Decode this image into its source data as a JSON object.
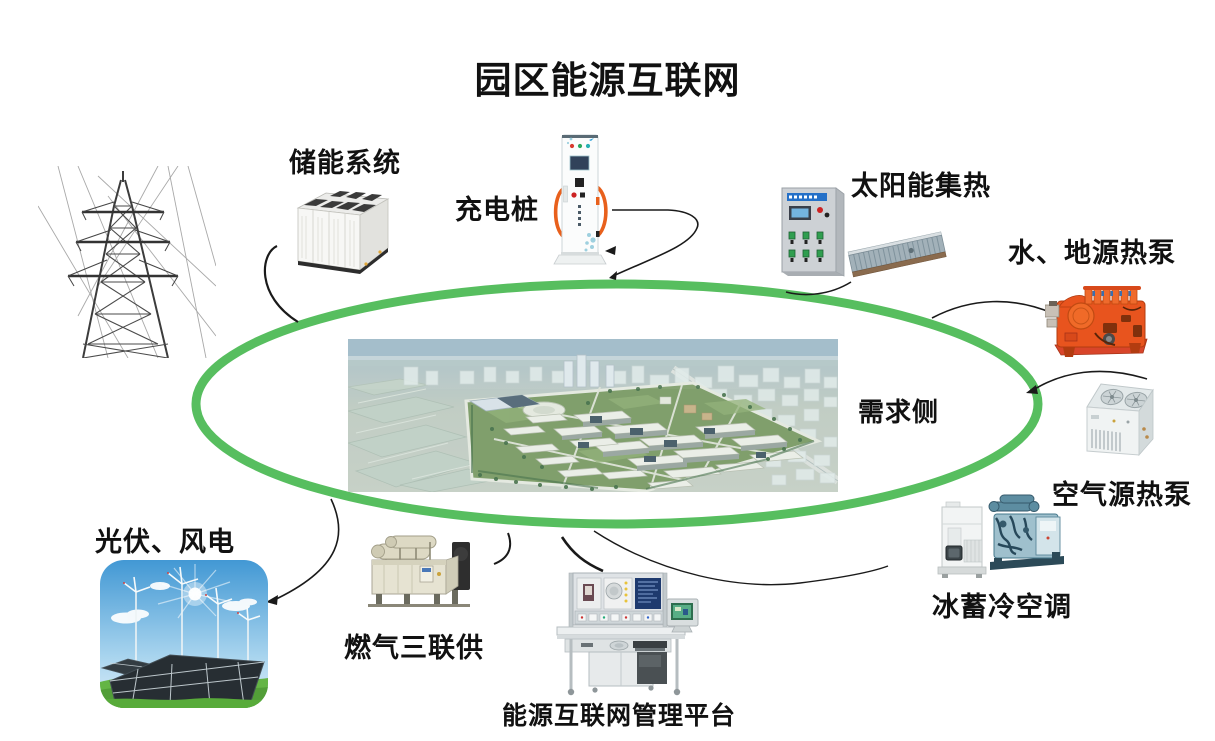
{
  "title": "园区能源互联网",
  "colors": {
    "ring": "#57be5f",
    "connector": "#1a1a1a"
  },
  "center": {
    "label": "需求侧",
    "image": "campus-aerial-photo"
  },
  "nodes": [
    {
      "id": "energy-storage",
      "label": "储能系统",
      "image": "battery-container"
    },
    {
      "id": "charging-pile",
      "label": "充电桩",
      "image": "ev-charger"
    },
    {
      "id": "solar-thermal",
      "label": "太阳能集热",
      "image": "control-cabinet-and-collector"
    },
    {
      "id": "water-ground-heat-pump",
      "label": "水、地源热泵",
      "image": "orange-engine"
    },
    {
      "id": "air-source-heat-pump",
      "label": "空气源热泵",
      "image": "rooftop-heat-pump-unit"
    },
    {
      "id": "ice-storage-ac",
      "label": "冰蓄冷空调",
      "image": "chiller-units"
    },
    {
      "id": "gas-trigeneration",
      "label": "燃气三联供",
      "image": "gas-genset"
    },
    {
      "id": "energy-platform",
      "label": "能源互联网管理平台",
      "image": "training-workstation"
    },
    {
      "id": "pv-wind",
      "label": "光伏、风电",
      "image": "solar-wind-farm"
    },
    {
      "id": "grid-tower",
      "label": "",
      "image": "transmission-tower"
    }
  ]
}
